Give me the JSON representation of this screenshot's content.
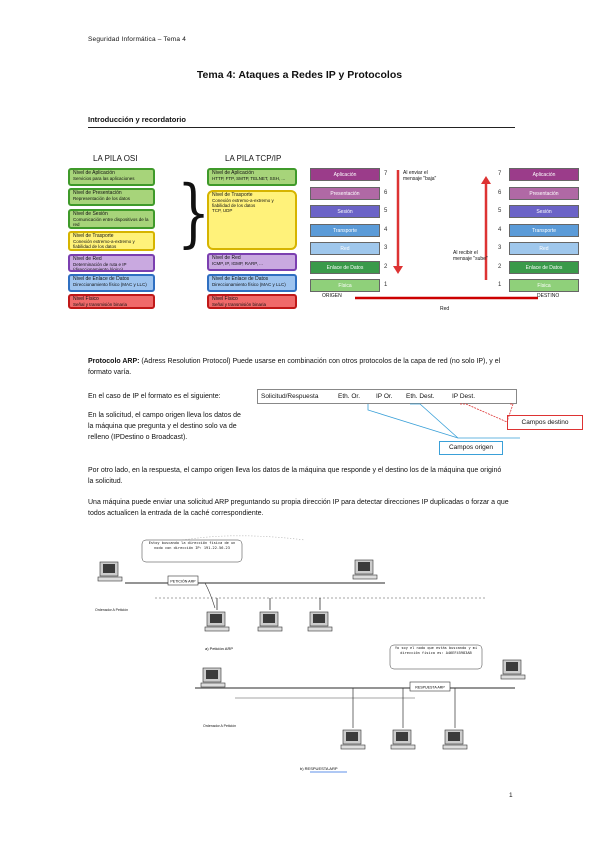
{
  "header": "Seguridad Informática – Tema 4",
  "title": "Tema 4: Ataques a Redes IP y Protocolos",
  "section": "Introducción y recordatorio",
  "osi": {
    "label": "LA PILA OSI",
    "layers": [
      {
        "name": "Nivel de Aplicación",
        "desc": "Servicios para las aplicaciones",
        "color": "#a7d47a",
        "border": "#3f9a2a"
      },
      {
        "name": "Nivel de Presentación",
        "desc": "Representación de los datos",
        "color": "#a7d47a",
        "border": "#3f9a2a"
      },
      {
        "name": "Nivel de Sesión",
        "desc": "Comunicación entre dispositivos de la red",
        "color": "#a7d47a",
        "border": "#3f9a2a"
      },
      {
        "name": "Nivel de Trasporte",
        "desc": "Conexión extremo-a-extremo y fiabilidad de los datos",
        "color": "#fff27a",
        "border": "#d6b400"
      },
      {
        "name": "Nivel de Red",
        "desc": "Determinación de ruta e IP (direccionamiento lógico)",
        "color": "#c9a9e0",
        "border": "#7b3fb0"
      },
      {
        "name": "Nivel de Enlace de Datos",
        "desc": "Direccionamiento físico (MAC y LLC)",
        "color": "#9ec4ef",
        "border": "#2f6fc1"
      },
      {
        "name": "Nivel Físico",
        "desc": "Señal y transmisión binaria",
        "color": "#f06a6a",
        "border": "#c01818"
      }
    ]
  },
  "tcpip": {
    "label": "LA PILA TCP/IP",
    "layers": [
      {
        "name": "Nivel de Aplicación",
        "desc": "HTTP, FTP, SMTP, TELNET, SSH, ...",
        "color": "#a7d47a",
        "border": "#3f9a2a"
      },
      {
        "name": "Nivel de Trasporte",
        "desc": "Conexión extremo-a-extremo y fiabilidad de los datos",
        "desc2": "TCP, UDP",
        "color": "#fff27a",
        "border": "#d6b400"
      },
      {
        "name": "Nivel de Red",
        "desc": "ICMP, IP, IGMP, RARP, ...",
        "color": "#c9a9e0",
        "border": "#7b3fb0"
      },
      {
        "name": "Nivel de Enlace de Datos",
        "desc": "Direccionamiento físico (MAC y LLC)",
        "color": "#9ec4ef",
        "border": "#2f6fc1"
      },
      {
        "name": "Nivel Físico",
        "desc": "Señal y transmisión binaria",
        "color": "#f06a6a",
        "border": "#c01818"
      }
    ]
  },
  "osi_model": {
    "layers": [
      "Aplicación",
      "Presentación",
      "Sesión",
      "Transporte",
      "Red",
      "Enlace de Datos",
      "Física"
    ],
    "colors": [
      "#9b3c8a",
      "#b069a5",
      "#6b63c7",
      "#5b9bd8",
      "#9fc7ec",
      "#3a9a4a",
      "#8fd07a"
    ],
    "numbers_left": [
      "7",
      "6",
      "5",
      "4",
      "3",
      "2",
      "1"
    ],
    "numbers_right": [
      "7",
      "6",
      "5",
      "4",
      "3",
      "2",
      "1"
    ],
    "note_left": "Al enviar el mensaje \"baja\"",
    "note_right": "Al recibir el mensaje \"sube\"",
    "origen": "ORIGEN",
    "destino": "DESTINO",
    "red": "Red"
  },
  "arp_intro": {
    "label": "Protocolo ARP:",
    "text": "(Adress Resolution Protocol) Puede usarse en combinación con otros protocolos de la capa de red (no solo IP), y el formato varía."
  },
  "format_line": "En el caso de IP el formato es el siguiente:",
  "frame_fields": [
    "Solicitud/Respuesta",
    "Eth. Or.",
    "IP Or.",
    "Eth. Dest.",
    "IP Dest."
  ],
  "callout_dest": "Campos destino",
  "callout_orig": "Campos origen",
  "solicitud_text": "En la solicitud, el campo origen lleva los datos de la máquina que pregunta y el destino solo va de relleno (IPDestino o Broadcast).",
  "respuesta_text": "Por otro lado, en la respuesta, el campo origen lleva los datos de la máquina que responde y el destino los de la máquina que originó la solicitud.",
  "maquina_text": "Una máquina puede enviar una solicitud ARP preguntando su propia dirección IP para detectar direcciones IP duplicadas o forzar a que todos actualicen la entrada de la caché correspondiente.",
  "diagram": {
    "bubble1": "Estoy buscando la dirección física de un nodo con dirección IP: 191.22.56.23",
    "petition": "PETICIÓN ARP",
    "node_a": "Ordenador A Petición",
    "caption_a": "a) Petición ARP",
    "bubble2": "Yo soy el nodo que estás buscando y mi dirección física es: A46EF45983AB",
    "reply": "RESPUESTA ARP",
    "node_b": "Ordenador A Petición",
    "caption_b": "b) RESPUESTA ARP"
  },
  "page_number": "1"
}
